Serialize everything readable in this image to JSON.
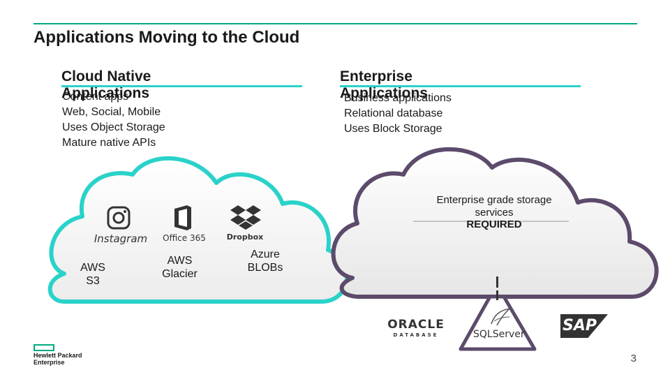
{
  "slide": {
    "title": "Applications Moving to the Cloud",
    "page_number": "3"
  },
  "left_column": {
    "heading": "Cloud Native Applications",
    "bullets": [
      "Content apps",
      "Web, Social, Mobile",
      "Uses Object Storage",
      "Mature native APIs"
    ]
  },
  "right_column": {
    "heading": "Enterprise Applications",
    "bullets": [
      "Business applications",
      "Relational database",
      "Uses Block Storage"
    ]
  },
  "cloud_native": {
    "logos": {
      "instagram": "Instagram",
      "office365": "Office 365",
      "dropbox": "Dropbox"
    },
    "services": [
      "AWS S3",
      "AWS Glacier",
      "Azure BLOBs"
    ]
  },
  "enterprise_cloud": {
    "note": "Enterprise grade storage services",
    "required": "REQUIRED",
    "logos": {
      "oracle": "ORACLE",
      "oracle_sub": "DATABASE",
      "sql": "SQLServer",
      "sap": "SAP"
    }
  },
  "company": {
    "line1": "Hewlett Packard",
    "line2": "Enterprise"
  },
  "colors": {
    "teal": "#2ad2c9",
    "green": "#01a982",
    "purple": "#5c4b6b"
  }
}
